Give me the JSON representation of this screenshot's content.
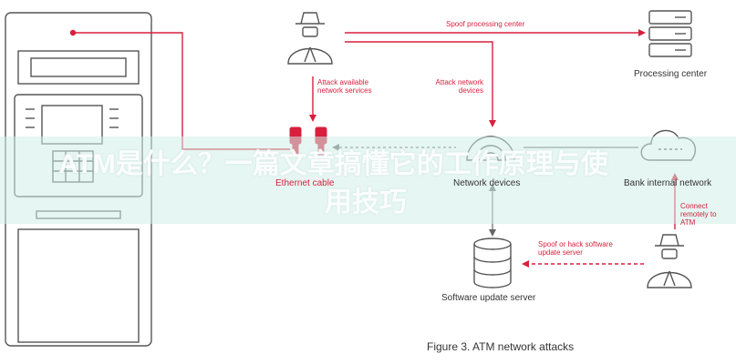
{
  "nodes": {
    "processing_center": "Processing center",
    "ethernet_cable": "Ethernet cable",
    "network_devices": "Network devices",
    "bank_internal_network": "Bank internal network",
    "software_update_server": "Software update server"
  },
  "edges": {
    "spoof_processing_center": "Spoof processing center",
    "attack_available_services": "Attack available network services",
    "attack_network_devices": "Attack network devices",
    "connect_remotely": "Connect remotely to ATM",
    "spoof_or_hack_update": "Spoof or hack software update server"
  },
  "caption": "Figure 3. ATM network attacks",
  "overlay": {
    "line1": "ATM是什么？一篇文章搞懂它的工作原理与使",
    "line2": "用技巧"
  },
  "colors": {
    "accent": "#d81f3d",
    "line": "#666666"
  }
}
